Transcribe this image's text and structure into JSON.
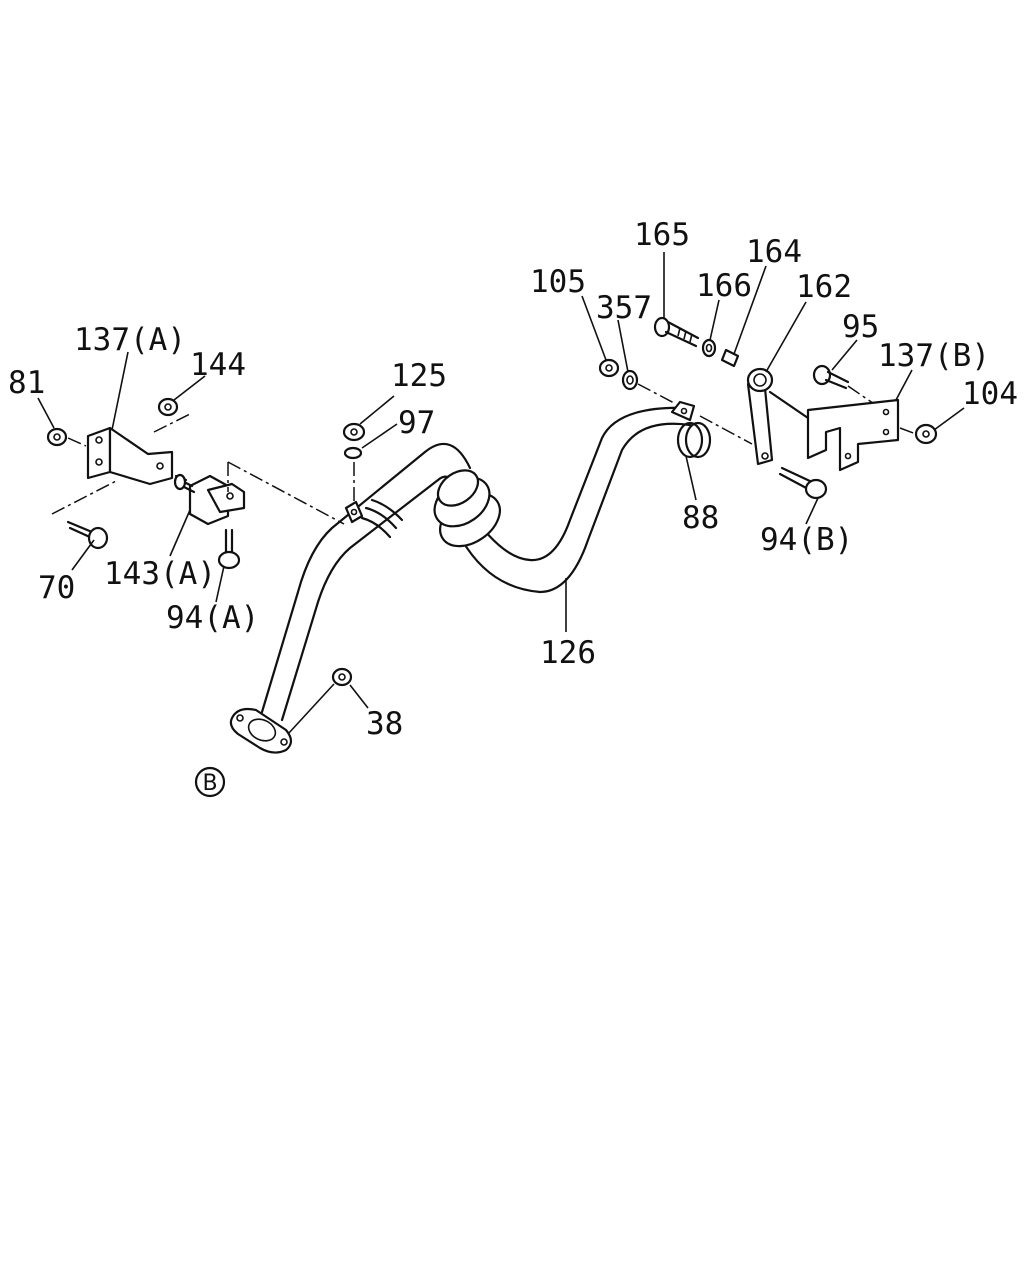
{
  "callouts": {
    "c81": "81",
    "c137a": "137(A)",
    "c144": "144",
    "c70": "70",
    "c143a": "143(A)",
    "c94a": "94(A)",
    "c125": "125",
    "c97": "97",
    "c38": "38",
    "c126": "126",
    "c105": "105",
    "c357": "357",
    "c165": "165",
    "c166": "166",
    "c164": "164",
    "c162": "162",
    "c95": "95",
    "c137b": "137(B)",
    "c104": "104",
    "c88": "88",
    "c94b": "94(B)"
  },
  "reference": {
    "flange_ref": "B"
  }
}
